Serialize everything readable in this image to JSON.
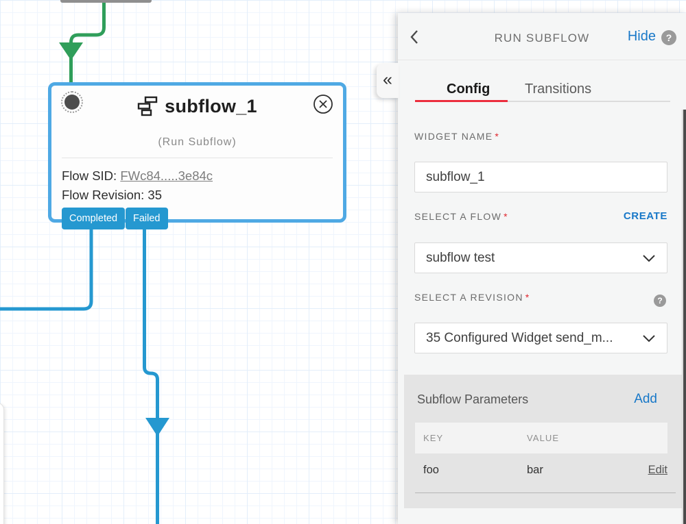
{
  "canvas": {
    "widget": {
      "title": "subflow_1",
      "subtitle": "(Run Subflow)",
      "flow_sid_label": "Flow SID:",
      "flow_sid_value": "FWc84.....3e84c",
      "flow_revision_label": "Flow Revision: 35",
      "tags": [
        "Completed",
        "Failed"
      ]
    }
  },
  "panel": {
    "title": "RUN SUBFLOW",
    "hide_label": "Hide",
    "tabs": {
      "config": "Config",
      "transitions": "Transitions"
    },
    "fields": {
      "widget_name": {
        "label": "WIDGET NAME",
        "required": "*",
        "value": "subflow_1"
      },
      "select_flow": {
        "label": "SELECT A FLOW",
        "required": "*",
        "action": "CREATE",
        "value": "subflow test"
      },
      "select_revision": {
        "label": "SELECT A REVISION",
        "required": "*",
        "value": "35 Configured Widget send_m..."
      }
    },
    "parameters": {
      "title": "Subflow Parameters",
      "add_label": "Add",
      "columns": {
        "key": "KEY",
        "value": "VALUE"
      },
      "rows": [
        {
          "key": "foo",
          "value": "bar",
          "action": "Edit"
        }
      ]
    }
  },
  "icons": {
    "collapse_glyph": "«",
    "help_glyph": "?"
  },
  "colors": {
    "accent_blue": "#1878c8",
    "tab_red": "#ec2d3d",
    "connector_green": "#2f9e5a",
    "connector_blue": "#2598d0",
    "selection_border_blue": "#4fa9e4",
    "panel_bg": "#f5f6f6",
    "section_bg": "#e4e4e4"
  }
}
